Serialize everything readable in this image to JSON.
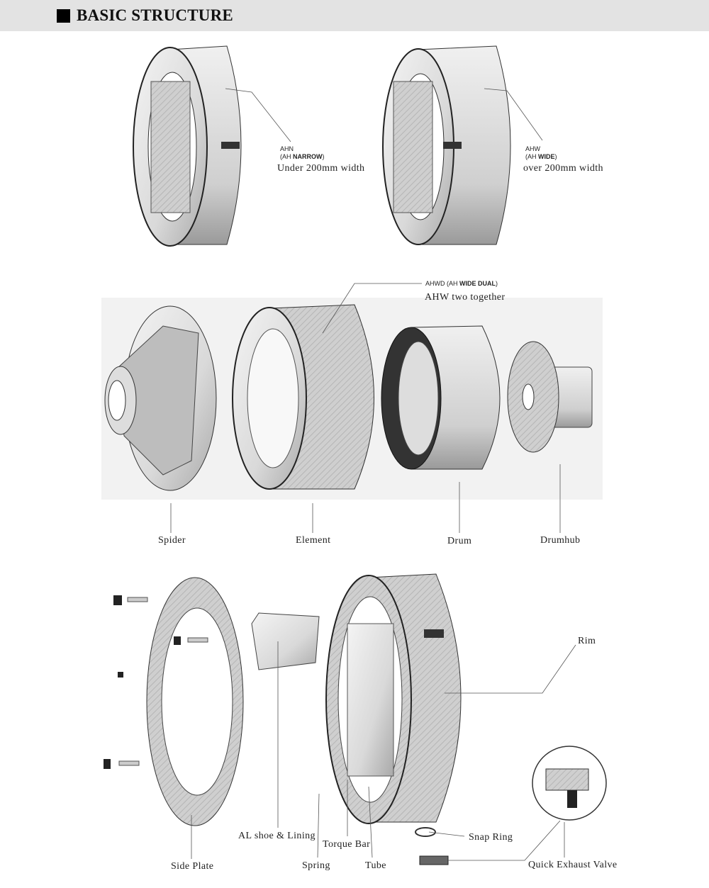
{
  "header": {
    "title": "BASIC STRUCTURE"
  },
  "models": {
    "ahn": {
      "code": "AHN",
      "paren_prefix": "(AH ",
      "name": "NARROW",
      "paren_suffix": ")",
      "desc": "Under 200mm width"
    },
    "ahw": {
      "code": "AHW",
      "paren_prefix": "(AH ",
      "name": "WIDE",
      "paren_suffix": ")",
      "desc": "over 200mm width"
    },
    "ahwd": {
      "code": "AHWD (AH ",
      "name": "WIDE DUAL",
      "paren_suffix": ")",
      "desc": "AHW two together"
    }
  },
  "assembly_parts": [
    "Spider",
    "Element",
    "Drum",
    "Drumhub"
  ],
  "element_parts": {
    "rim": "Rim",
    "al_shoe": "AL shoe & Lining",
    "torque_bar": "Torque Bar",
    "snap_ring": "Snap Ring",
    "spring": "Spring",
    "tube": "Tube",
    "side_plate": "Side Plate",
    "quick_exhaust_valve": "Quick Exhaust Valve"
  }
}
